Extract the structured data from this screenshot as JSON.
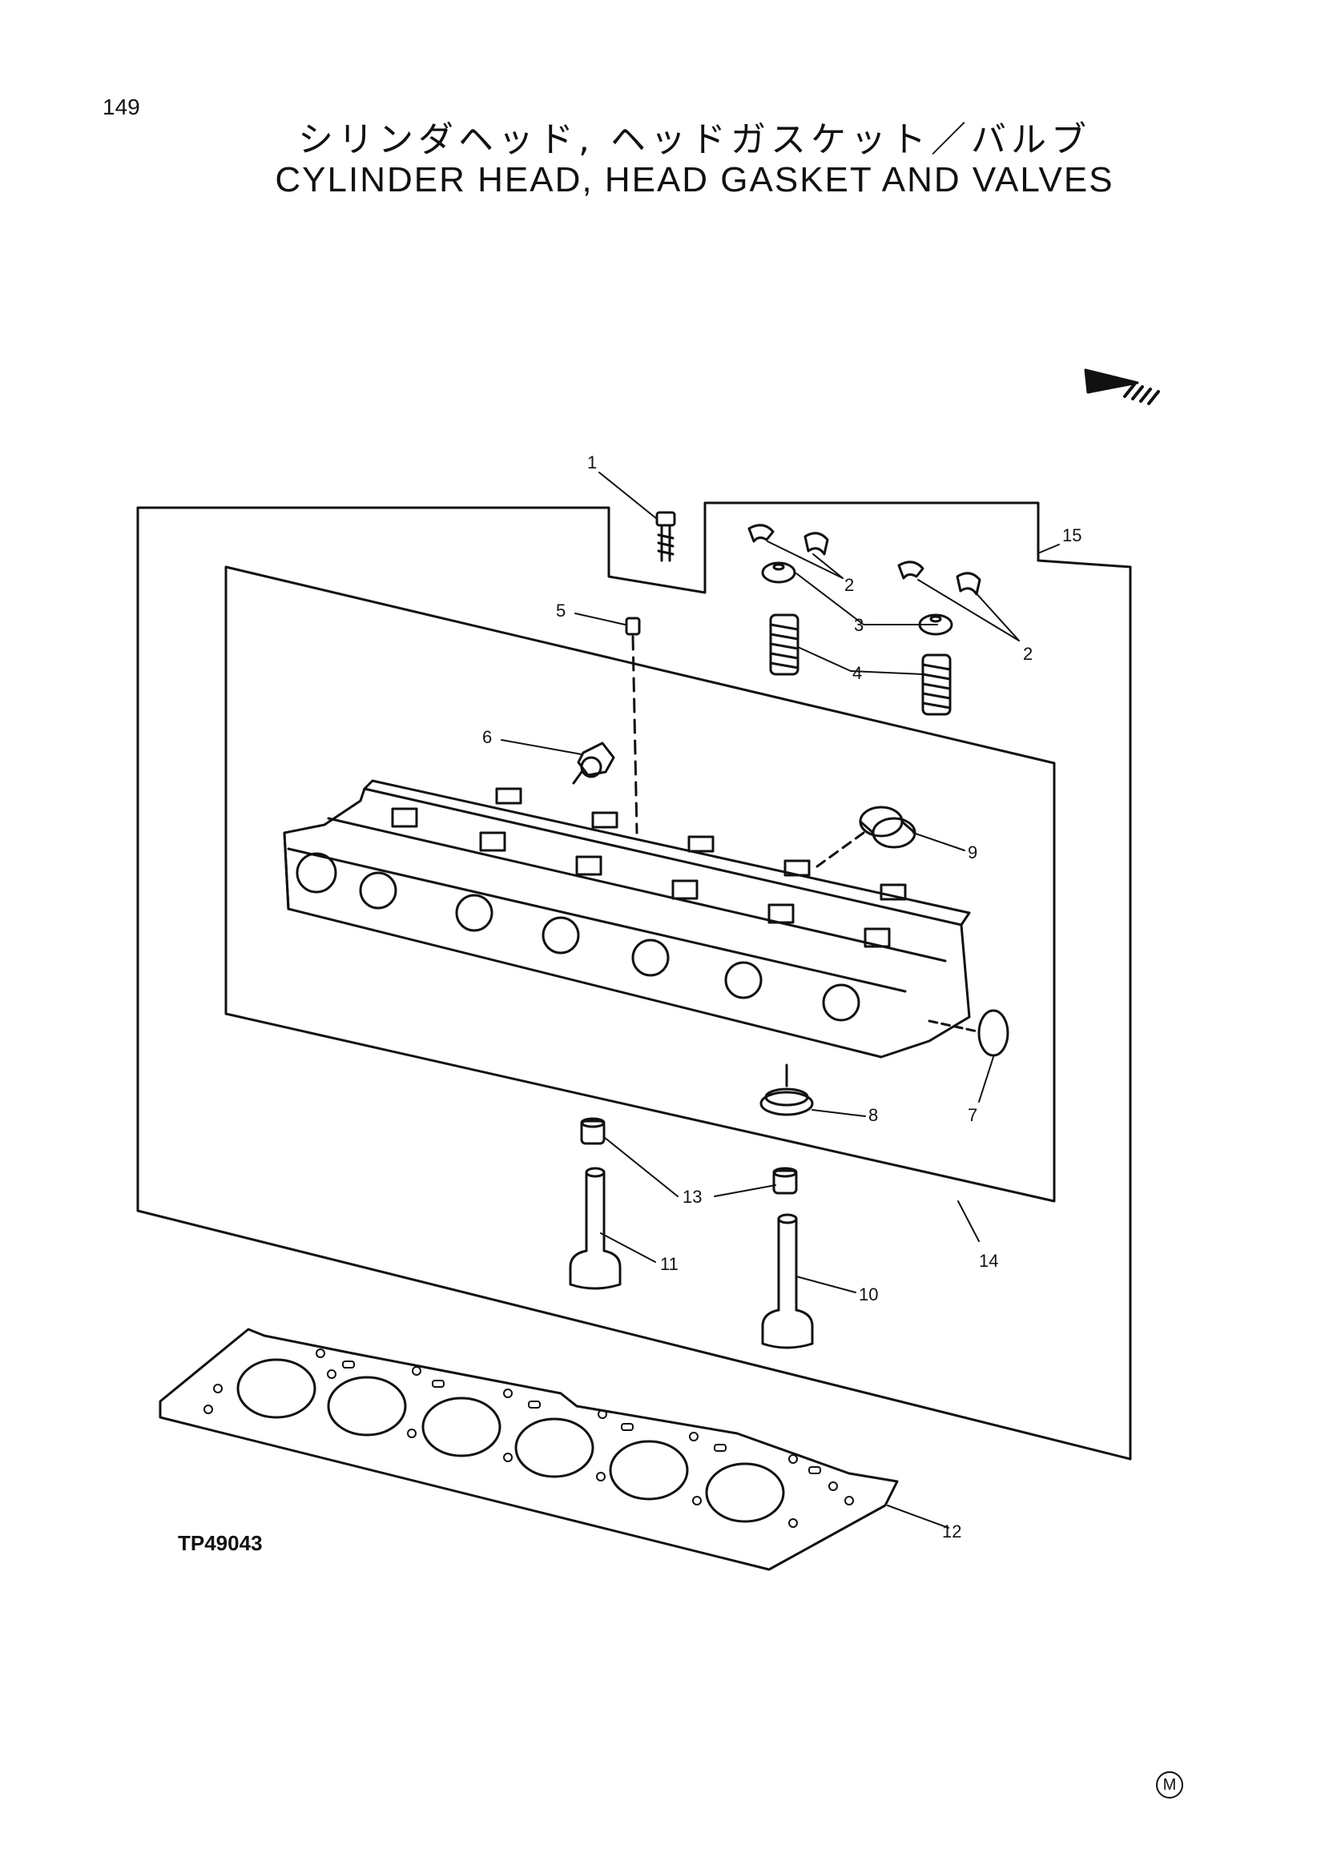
{
  "page_number": "149",
  "title_jp": "シリンダヘッド, ヘッドガスケット／バルブ",
  "title_en": "CYLINDER HEAD, HEAD GASKET AND VALVES",
  "figure_code": "TP49043",
  "corner_mark": "M",
  "callouts": [
    {
      "id": "c1",
      "label": "1"
    },
    {
      "id": "c2a",
      "label": "2"
    },
    {
      "id": "c2b",
      "label": "2"
    },
    {
      "id": "c3",
      "label": "3"
    },
    {
      "id": "c4",
      "label": "4"
    },
    {
      "id": "c5",
      "label": "5"
    },
    {
      "id": "c6",
      "label": "6"
    },
    {
      "id": "c7",
      "label": "7"
    },
    {
      "id": "c8",
      "label": "8"
    },
    {
      "id": "c9",
      "label": "9"
    },
    {
      "id": "c10",
      "label": "10"
    },
    {
      "id": "c11",
      "label": "11"
    },
    {
      "id": "c12",
      "label": "12"
    },
    {
      "id": "c13",
      "label": "13"
    },
    {
      "id": "c14",
      "label": "14"
    },
    {
      "id": "c15",
      "label": "15"
    }
  ]
}
